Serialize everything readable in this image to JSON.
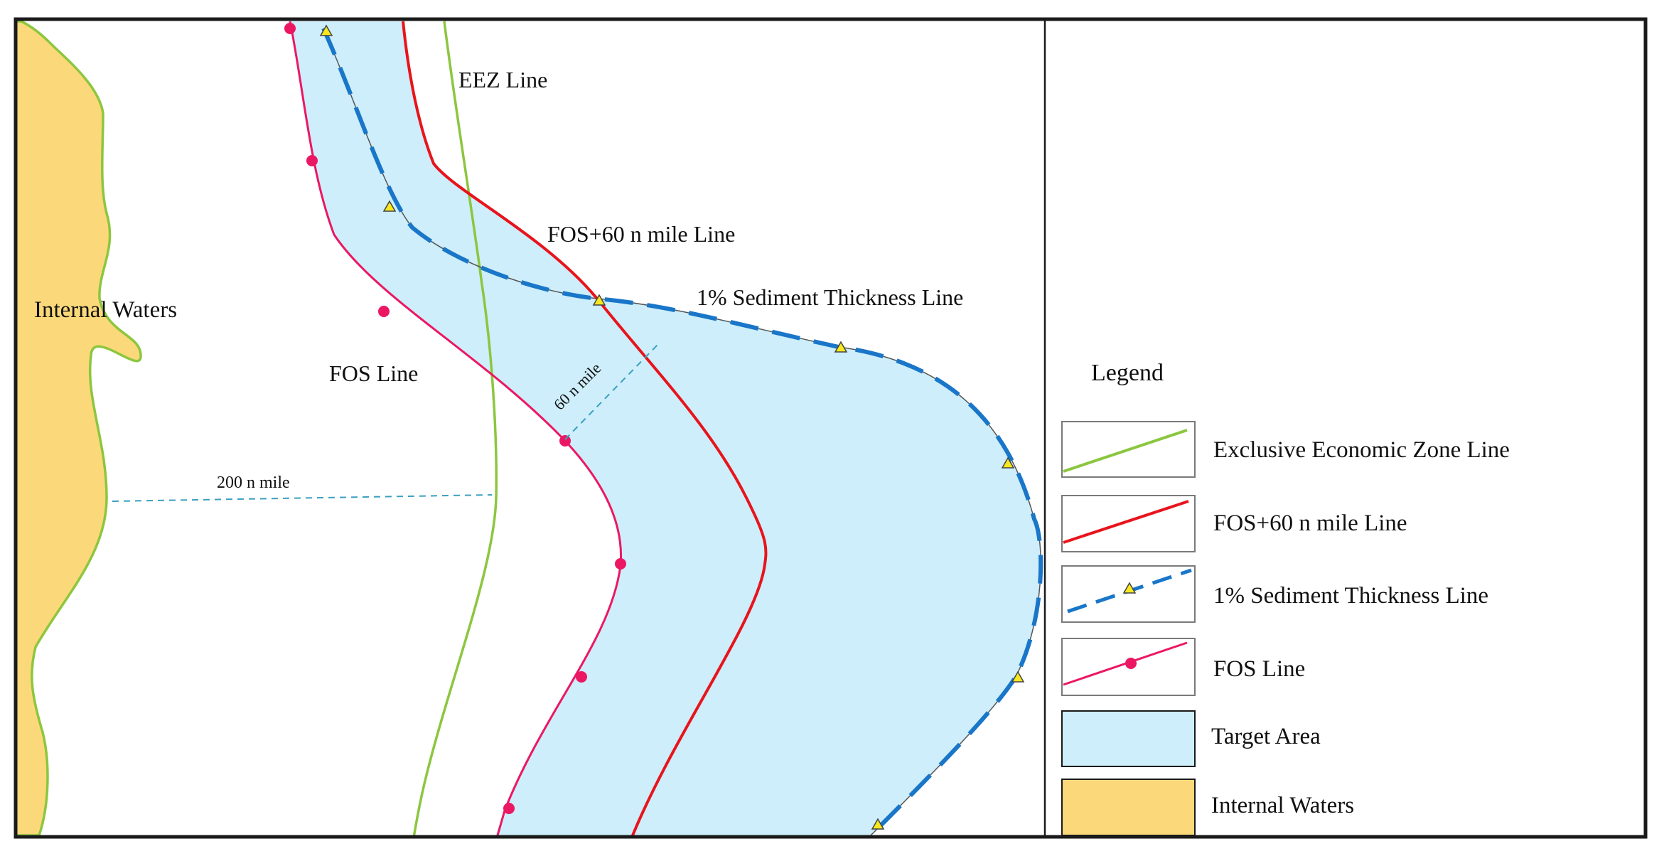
{
  "map": {
    "labels": {
      "eez_line": "EEZ Line",
      "fos_60_line": "FOS+60 n mile Line",
      "sediment_line": "1% Sediment Thickness Line",
      "internal_waters": "Internal Waters",
      "fos_line": "FOS Line",
      "dist_60": "60 n mile",
      "dist_200": "200 n mile"
    }
  },
  "legend": {
    "title": "Legend",
    "items": [
      {
        "label": "Exclusive Economic Zone Line",
        "icon": "green-line-icon"
      },
      {
        "label": "FOS+60 n mile Line",
        "icon": "red-line-icon"
      },
      {
        "label": "1% Sediment Thickness Line",
        "icon": "blue-dashed-triangle-line-icon"
      },
      {
        "label": "FOS Line",
        "icon": "pink-dotted-line-icon"
      },
      {
        "label": "Target Area",
        "icon": "light-blue-swatch-icon"
      },
      {
        "label": "Internal Waters",
        "icon": "yellow-swatch-icon"
      }
    ]
  },
  "colors": {
    "eez_line": "#8cc63f",
    "fos_60_line": "#e8141c",
    "sediment_line": "#1976c8",
    "fos_line": "#ec1763",
    "target_area": "#cdeefa",
    "internal_waters": "#fbd97a",
    "triangle_marker": "#f7e81f"
  }
}
